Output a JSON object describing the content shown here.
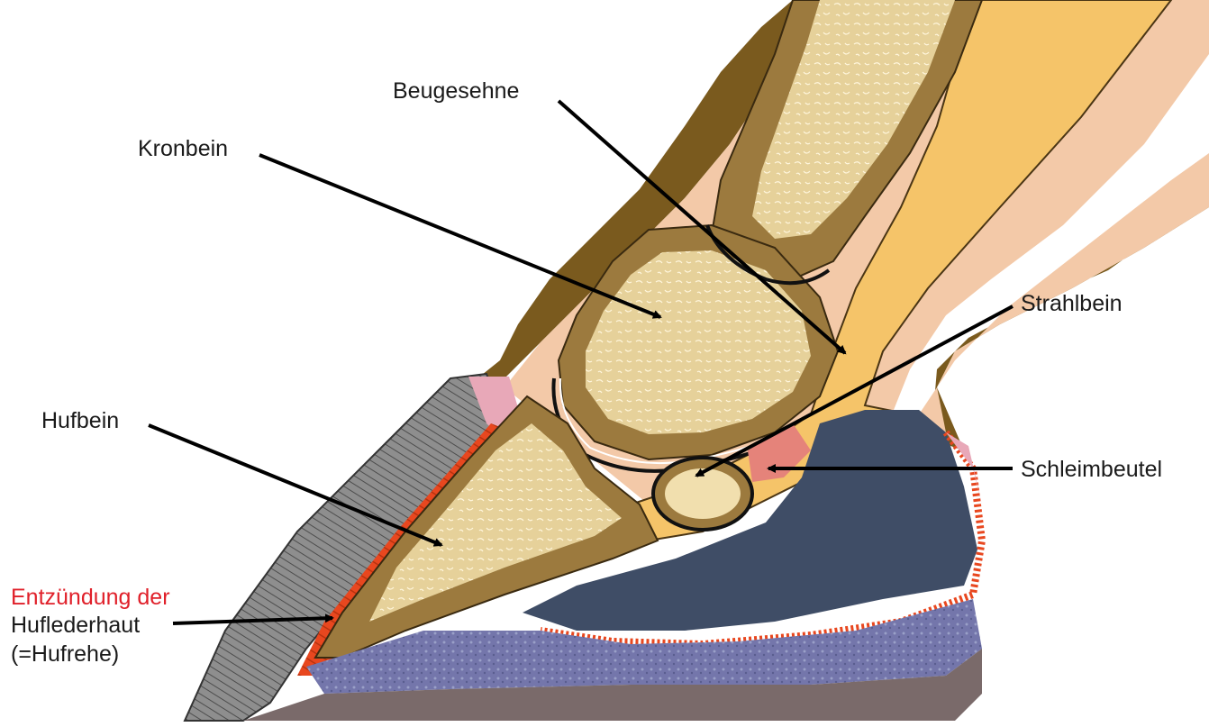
{
  "labels": {
    "beugesehne": "Beugesehne",
    "kronbein": "Kronbein",
    "strahlbein": "Strahlbein",
    "hufbein": "Hufbein",
    "schleimbeutel": "Schleimbeutel",
    "entzuendung_line1": "Entzündung der",
    "entzuendung_line2": "Huflederhaut",
    "entzuendung_line3": "(=Hufrehe)"
  },
  "colors": {
    "inflammation_label": "#e0202a",
    "label_text": "#1a1a1a",
    "arrow": "#000000",
    "hair": "#7a5a1e",
    "skin": "#f3c9a8",
    "bone_outer": "#9c7a3e",
    "bone_inner": "#e6d19a",
    "tendon": "#f5c469",
    "bursa": "#e5837a",
    "hoof_wall": "#8b8b8b",
    "digital_cushion": "#3f4d66",
    "sole": "#6b6fa8",
    "laminae": "#e8471f",
    "ground": "#7a6a6a"
  }
}
